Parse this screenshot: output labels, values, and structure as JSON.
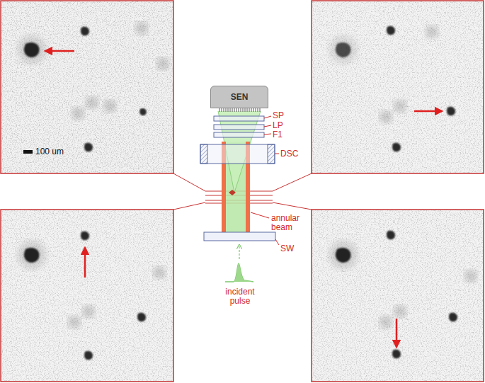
{
  "diagram": {
    "nodes": [
      {
        "text": [
          "SEN"
        ]
      }
    ],
    "labels": [
      "100 um",
      "SP",
      "LP",
      "F1",
      "DSC",
      "annular beam",
      "SW",
      "incident pulse"
    ]
  }
}
